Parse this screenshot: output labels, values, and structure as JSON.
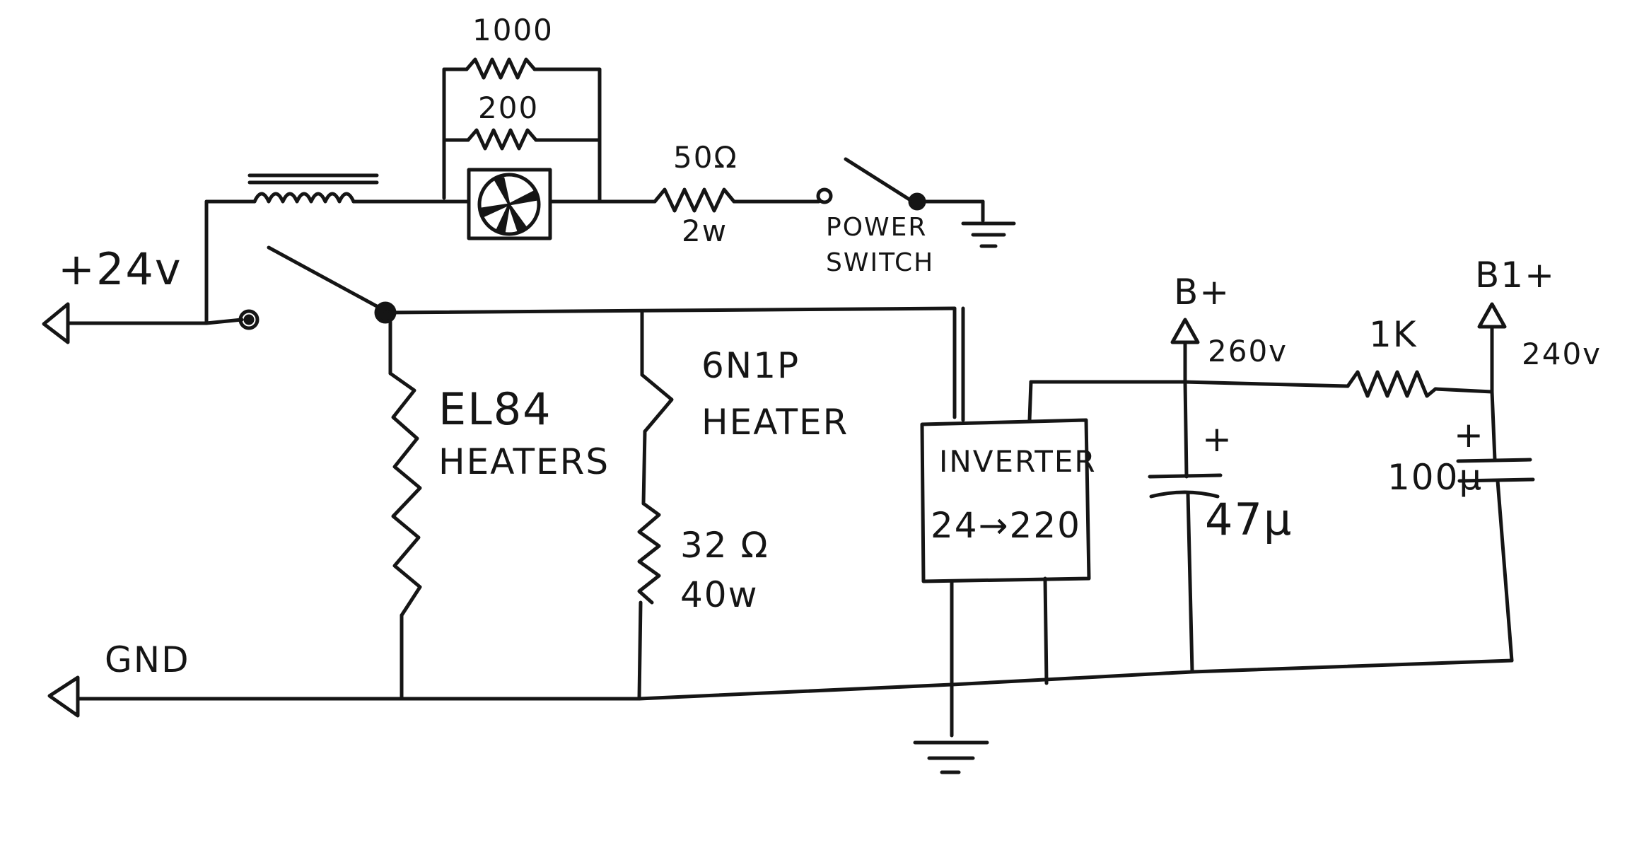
{
  "labels": {
    "r1000": "1000",
    "r200": "200",
    "r50": "50Ω",
    "r50_watt": "2w",
    "power_switch": "POWER",
    "power_switch_2": "SWITCH",
    "plus24": "+24v",
    "gnd": "GND",
    "el84": "EL84",
    "el84_2": "HEATERS",
    "n6n1p": "6N1P",
    "n6n1p_2": "HEATER",
    "r32": "32 Ω",
    "r32_watt": "40w",
    "inverter": "INVERTER",
    "inverter_ratio": "24→220",
    "bplus": "B+",
    "bplus_voltage": "260v",
    "r1k": "1K",
    "b1plus": "B1+",
    "b1plus_voltage": "240v",
    "c47": "47µ",
    "c100": "100µ",
    "c47_polarity": "+",
    "c100_polarity": "+"
  },
  "colors": {
    "ink": "#151515",
    "paper": "#ffffff"
  }
}
